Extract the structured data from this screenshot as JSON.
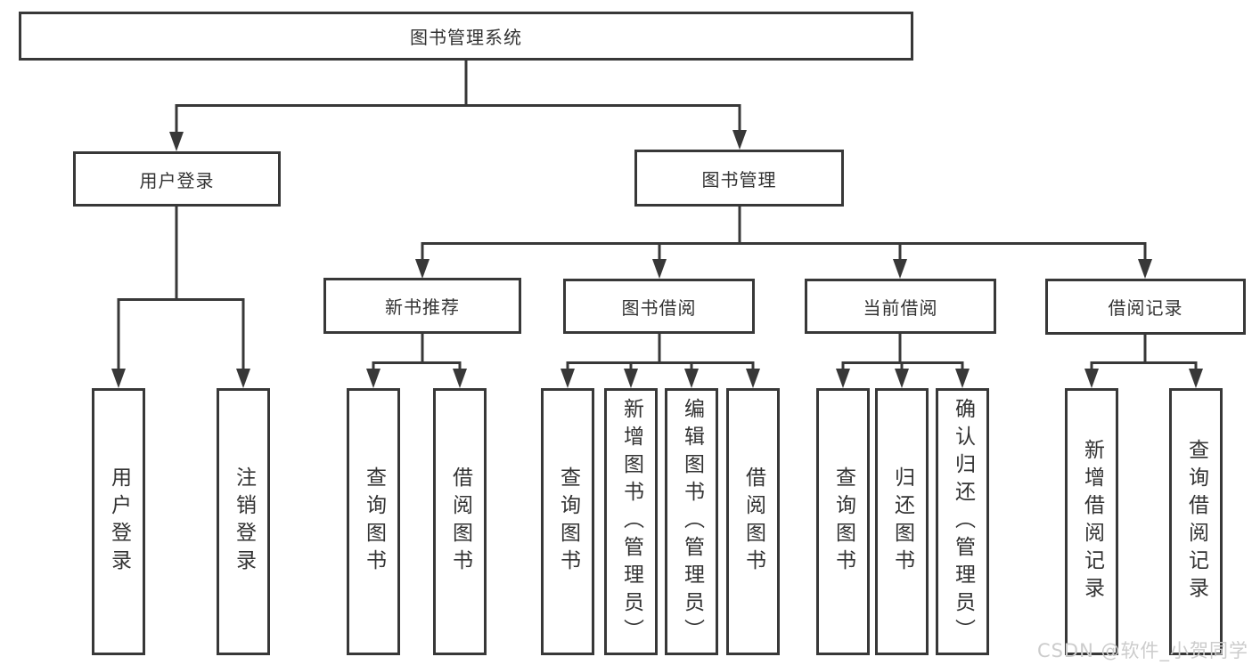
{
  "nodes": {
    "root": "图书管理系统",
    "user_login": "用户登录",
    "book_management": "图书管理",
    "new_book_recommend": "新书推荐",
    "book_borrowing": "图书借阅",
    "current_borrowing": "当前借阅",
    "borrowing_records": "借阅记录",
    "leaf_user_login": "用户登录",
    "leaf_logout": "注销登录",
    "leaf_nbr_query_books": "查询图书",
    "leaf_nbr_borrow_books": "借阅图书",
    "leaf_bb_query_books": "查询图书",
    "leaf_bb_add_books": "新增图书（管理员）",
    "leaf_bb_edit_books": "编辑图书（管理员）",
    "leaf_bb_borrow_books": "借阅图书",
    "leaf_cb_query_books": "查询图书",
    "leaf_cb_return_books": "归还图书",
    "leaf_cb_confirm_return": "确认归还（管理员）",
    "leaf_br_add_record": "新增借阅记录",
    "leaf_br_query_record": "查询借阅记录"
  },
  "hierarchy": {
    "图书管理系统": {
      "用户登录": [
        "用户登录",
        "注销登录"
      ],
      "图书管理": {
        "新书推荐": [
          "查询图书",
          "借阅图书"
        ],
        "图书借阅": [
          "查询图书",
          "新增图书（管理员）",
          "编辑图书（管理员）",
          "借阅图书"
        ],
        "当前借阅": [
          "查询图书",
          "归还图书",
          "确认归还（管理员）"
        ],
        "借阅记录": [
          "新增借阅记录",
          "查询借阅记录"
        ]
      }
    }
  },
  "watermark": {
    "text": "CSDN @软件_小贺同学"
  },
  "colors": {
    "line": "#383838",
    "text": "#333333",
    "box_background": "#ffffff",
    "watermark": "#cccccc"
  }
}
